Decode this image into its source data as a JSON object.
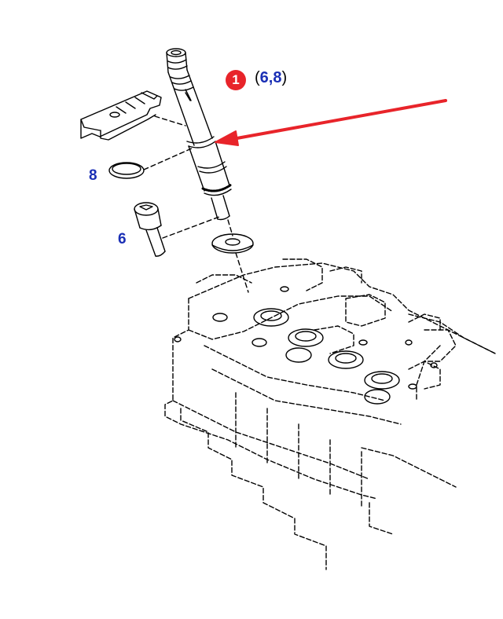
{
  "callout": {
    "number": "1",
    "open_paren": "(",
    "ref_a": "6",
    "separator": ",",
    "ref_b": "8",
    "close_paren": ")"
  },
  "part_labels": {
    "seal_ring": "8",
    "bolt": "6"
  },
  "colors": {
    "callout_badge": "#e8242a",
    "arrow": "#e8242a",
    "label_text": "#1a2fb5",
    "line_art": "#000000"
  },
  "icons": {
    "callout": "numbered-circle-badge",
    "pointer": "red-arrow"
  }
}
